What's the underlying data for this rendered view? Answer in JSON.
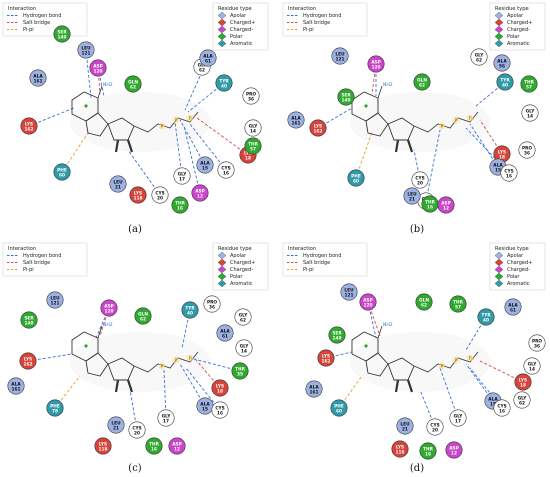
{
  "colors": {
    "apolar": "#9db2e3",
    "charged_pos": "#d8433a",
    "charged_neg": "#cc44cc",
    "polar": "#2faa2f",
    "aromatic": "#2f9aa8",
    "hbond": "#3a6fd6",
    "salt": "#d34a4a",
    "pipi": "#e8a030",
    "unknown": "#ffffff",
    "ring_c": "#111111"
  },
  "legend": {
    "interaction_title": "Interaction",
    "interactions": [
      {
        "label": "Hydrogen bond",
        "type": "hbond"
      },
      {
        "label": "Salt bridge",
        "type": "salt"
      },
      {
        "label": "Pi-pi",
        "type": "pipi"
      }
    ],
    "residue_title": "Residue type",
    "residues": [
      {
        "label": "Apolar",
        "type": "apolar"
      },
      {
        "label": "Charged+",
        "type": "charged_pos"
      },
      {
        "label": "Charged-",
        "type": "charged_neg"
      },
      {
        "label": "Polar",
        "type": "polar"
      },
      {
        "label": "Aromatic",
        "type": "aromatic"
      }
    ]
  },
  "panels": [
    {
      "label": "(a)",
      "residues": [
        {
          "id": "SER 140",
          "type": "polar"
        },
        {
          "id": "LEU 121",
          "type": "apolar"
        },
        {
          "id": "ASP 120",
          "type": "charged_neg"
        },
        {
          "id": "ALA 161",
          "type": "apolar"
        },
        {
          "id": "GLN 62",
          "type": "polar"
        },
        {
          "id": "LYS 162",
          "type": "charged_pos"
        },
        {
          "id": "PHE 60",
          "type": "aromatic"
        },
        {
          "id": "LEU 21",
          "type": "apolar"
        },
        {
          "id": "LYS 118",
          "type": "charged_pos"
        },
        {
          "id": "CYS 20",
          "type": "unknown"
        },
        {
          "id": "THR 16",
          "type": "polar"
        },
        {
          "id": "ASP 12",
          "type": "charged_neg"
        },
        {
          "id": "GLY 17",
          "type": "unknown"
        },
        {
          "id": "ALA 15",
          "type": "apolar"
        },
        {
          "id": "CYS 16",
          "type": "unknown"
        },
        {
          "id": "LYS 18",
          "type": "charged_pos"
        },
        {
          "id": "THR 57",
          "type": "polar"
        },
        {
          "id": "GLY 14",
          "type": "unknown"
        },
        {
          "id": "PRO 36",
          "type": "unknown"
        },
        {
          "id": "TYR 40",
          "type": "aromatic"
        },
        {
          "id": "GLY 62",
          "type": "unknown"
        },
        {
          "id": "ALA 61",
          "type": "apolar"
        }
      ]
    },
    {
      "label": "(b)",
      "residues": [
        {
          "id": "LEU 121",
          "type": "apolar"
        },
        {
          "id": "ASP 120",
          "type": "charged_neg"
        },
        {
          "id": "GLN 62",
          "type": "polar"
        },
        {
          "id": "GLY 62",
          "type": "unknown"
        },
        {
          "id": "ALA 56",
          "type": "apolar"
        },
        {
          "id": "SER 140",
          "type": "polar"
        },
        {
          "id": "TYR 40",
          "type": "aromatic"
        },
        {
          "id": "THR 57",
          "type": "polar"
        },
        {
          "id": "ALA 161",
          "type": "apolar"
        },
        {
          "id": "LYS 162",
          "type": "charged_pos"
        },
        {
          "id": "GLY 14",
          "type": "unknown"
        },
        {
          "id": "PRO 36",
          "type": "unknown"
        },
        {
          "id": "LYS 18",
          "type": "charged_pos"
        },
        {
          "id": "ALA 15",
          "type": "apolar"
        },
        {
          "id": "CYS 16",
          "type": "unknown"
        },
        {
          "id": "PHE 60",
          "type": "aromatic"
        },
        {
          "id": "CYS 20",
          "type": "unknown"
        },
        {
          "id": "GLY 17",
          "type": "unknown"
        },
        {
          "id": "LEU 21",
          "type": "apolar"
        },
        {
          "id": "THR 16",
          "type": "polar"
        },
        {
          "id": "ASP 12",
          "type": "charged_neg"
        }
      ]
    },
    {
      "label": "(c)",
      "residues": [
        {
          "id": "LEU 121",
          "type": "apolar"
        },
        {
          "id": "ASP 120",
          "type": "charged_neg"
        },
        {
          "id": "GLN 62",
          "type": "polar"
        },
        {
          "id": "TYR 40",
          "type": "aromatic"
        },
        {
          "id": "PRO 36",
          "type": "unknown"
        },
        {
          "id": "SER 140",
          "type": "polar"
        },
        {
          "id": "GLY 62",
          "type": "unknown"
        },
        {
          "id": "ALA 61",
          "type": "apolar"
        },
        {
          "id": "LYS 162",
          "type": "charged_pos"
        },
        {
          "id": "GLY 14",
          "type": "unknown"
        },
        {
          "id": "ALA 161",
          "type": "apolar"
        },
        {
          "id": "LYS 18",
          "type": "charged_pos"
        },
        {
          "id": "THR 35",
          "type": "polar"
        },
        {
          "id": "PHE 78",
          "type": "aromatic"
        },
        {
          "id": "ALA 15",
          "type": "apolar"
        },
        {
          "id": "CYS 16",
          "type": "unknown"
        },
        {
          "id": "LEU 21",
          "type": "apolar"
        },
        {
          "id": "CYS 20",
          "type": "unknown"
        },
        {
          "id": "GLY 17",
          "type": "unknown"
        },
        {
          "id": "LYS 118",
          "type": "charged_pos"
        },
        {
          "id": "THR 16",
          "type": "polar"
        },
        {
          "id": "ASP 12",
          "type": "charged_neg"
        }
      ]
    },
    {
      "label": "(d)",
      "residues": [
        {
          "id": "LEU 121",
          "type": "apolar"
        },
        {
          "id": "ASP 120",
          "type": "charged_neg"
        },
        {
          "id": "GLN 62",
          "type": "polar"
        },
        {
          "id": "THR 57",
          "type": "polar"
        },
        {
          "id": "ALA 61",
          "type": "apolar"
        },
        {
          "id": "TYR 40",
          "type": "aromatic"
        },
        {
          "id": "SER 140",
          "type": "polar"
        },
        {
          "id": "PRO 36",
          "type": "unknown"
        },
        {
          "id": "LYS 162",
          "type": "charged_pos"
        },
        {
          "id": "GLY 14",
          "type": "unknown"
        },
        {
          "id": "ALA 161",
          "type": "apolar"
        },
        {
          "id": "LYS 18",
          "type": "charged_pos"
        },
        {
          "id": "GLY 62",
          "type": "unknown"
        },
        {
          "id": "ALA 15",
          "type": "apolar"
        },
        {
          "id": "CYS 16",
          "type": "unknown"
        },
        {
          "id": "PHE 60",
          "type": "aromatic"
        },
        {
          "id": "LEU 21",
          "type": "apolar"
        },
        {
          "id": "CYS 20",
          "type": "unknown"
        },
        {
          "id": "GLY 17",
          "type": "unknown"
        },
        {
          "id": "LYS 118",
          "type": "charged_pos"
        },
        {
          "id": "THR 16",
          "type": "polar"
        },
        {
          "id": "ASP 12",
          "type": "charged_neg"
        }
      ]
    }
  ]
}
